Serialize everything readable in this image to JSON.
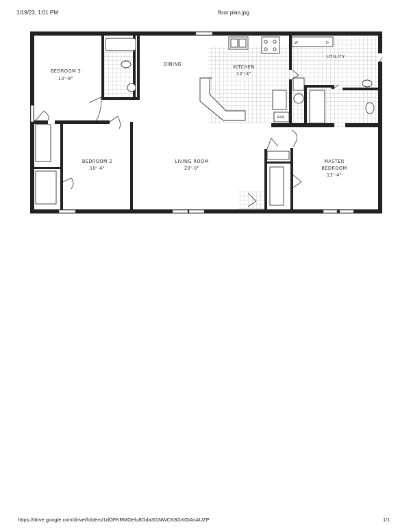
{
  "print_header": {
    "datetime": "1/19/23, 1:01 PM",
    "title": "floor plan.jpg"
  },
  "floor_plan": {
    "rooms": [
      {
        "name": "BEDROOM 3",
        "size": "10'-8\""
      },
      {
        "name": "DINING",
        "size": ""
      },
      {
        "name": "KITCHEN",
        "size": "12'-4\""
      },
      {
        "name": "UTILITY",
        "size": ""
      },
      {
        "name": "BEDROOM 2",
        "size": "10'-4\""
      },
      {
        "name": "LIVING ROOM",
        "size": "20'-0\""
      },
      {
        "name": "MASTER BEDROOM",
        "line1": "MASTER",
        "line2": "BEDROOM",
        "size": "13'-4\""
      }
    ],
    "labels": {
      "pantry": "PAN",
      "washer": "W",
      "dryer": "D"
    },
    "colors": {
      "wall": "#222222",
      "tile": "#b8b8b8",
      "background": "#ffffff"
    }
  },
  "print_footer": {
    "url": "https://drive.google.com/drive/folders/1dOFKRMOefu8Oda3I1NWCK8GXGIAsAUZP",
    "page": "1/1"
  }
}
